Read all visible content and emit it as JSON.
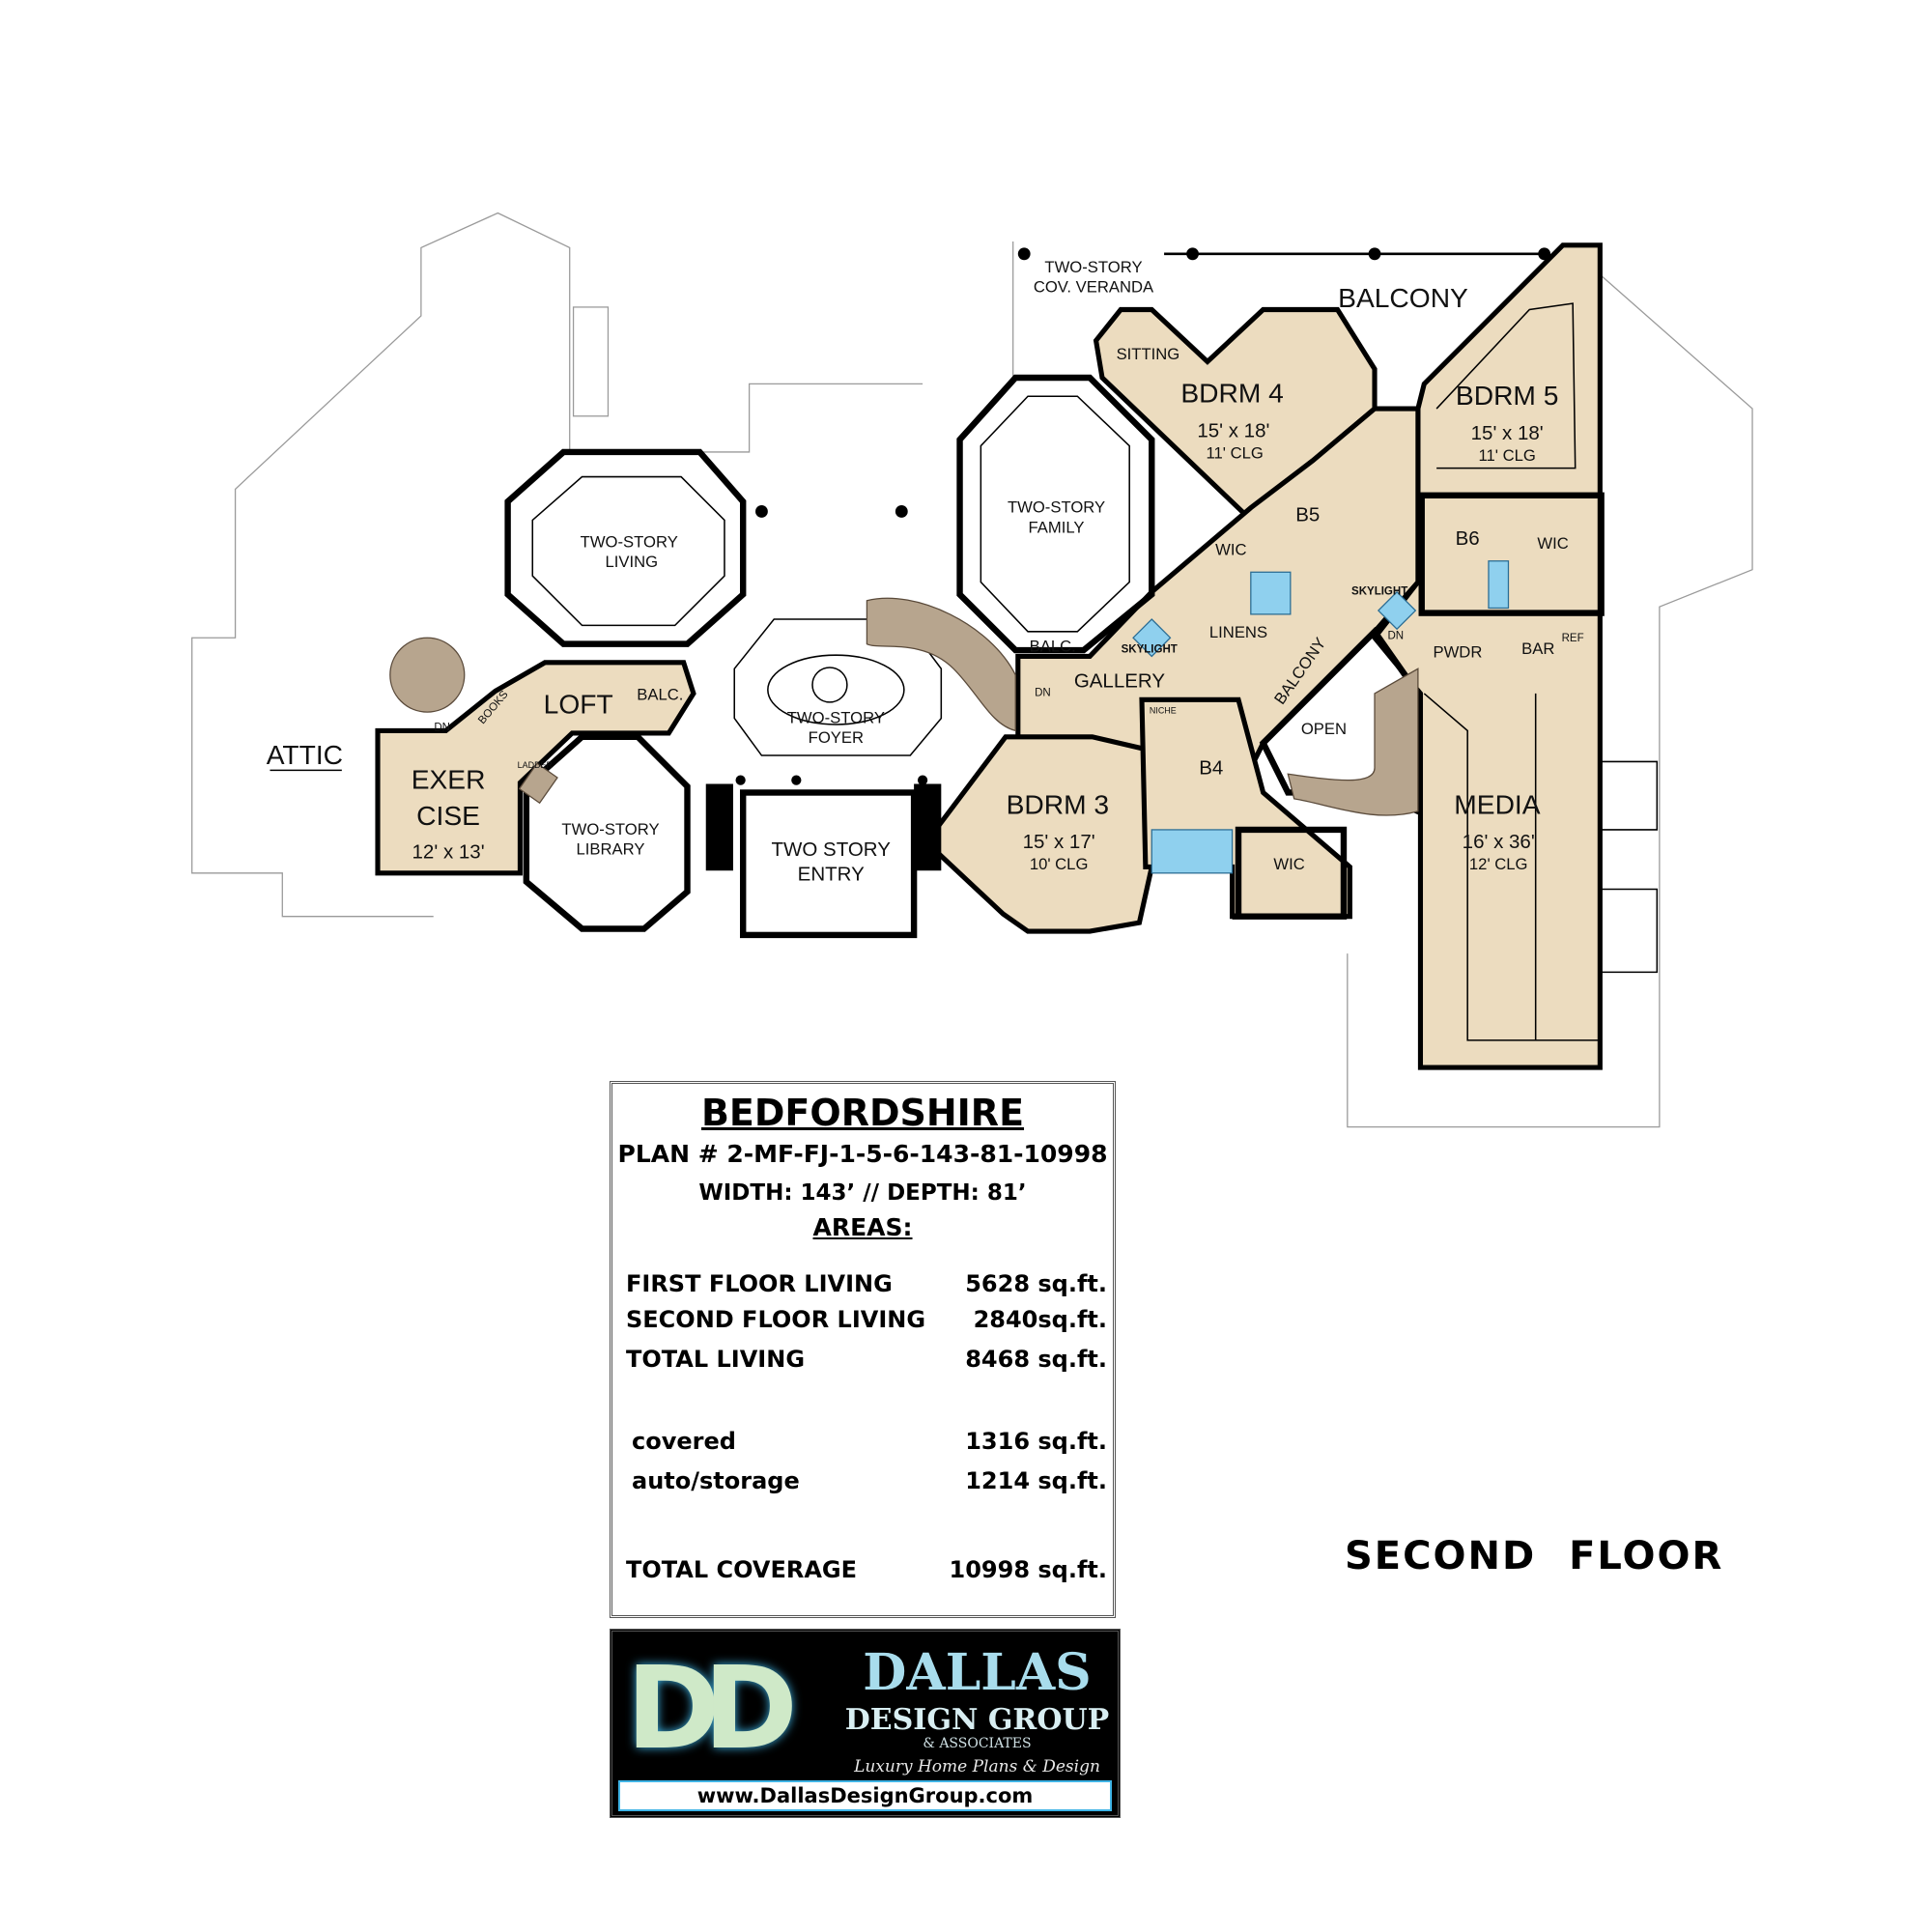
{
  "plan_title": "SECOND FLOOR",
  "rooms": {
    "veranda": {
      "line1": "TWO-STORY",
      "line2": "COV. VERANDA"
    },
    "balcony_top": "BALCONY",
    "sitting": "SITTING",
    "bdrm4": {
      "name": "BDRM 4",
      "size": "15' x 18'",
      "ceiling": "11' CLG"
    },
    "bdrm5": {
      "name": "BDRM 5",
      "size": "15' x 18'",
      "ceiling": "11' CLG"
    },
    "family": {
      "line1": "TWO-STORY",
      "line2": "FAMILY"
    },
    "living": {
      "line1": "TWO-STORY",
      "line2": "LIVING"
    },
    "b5": "B5",
    "wic_b5": "WIC",
    "b6": "B6",
    "wic_b6": "WIC",
    "skylight_1": "SKYLIGHT",
    "skylight_2": "SKYLIGHT",
    "linens": "LINENS",
    "dn_1": "DN",
    "dn_2": "DN",
    "dn_3": "DN",
    "pwdr": "PWDR",
    "bar": "BAR",
    "ref": "REF",
    "balc_gallery": "BALC.",
    "gallery": "GALLERY",
    "balcony_diag": "BALCONY",
    "open": "OPEN",
    "niche": "NICHE",
    "b4": "B4",
    "bdrm3": {
      "name": "BDRM 3",
      "size": "15' x 17'",
      "ceiling": "10' CLG"
    },
    "wic_b4": "WIC",
    "media": {
      "name": "MEDIA",
      "size": "16' x 36'",
      "ceiling": "12' CLG"
    },
    "foyer": {
      "line1": "TWO-STORY",
      "line2": "FOYER"
    },
    "entry": {
      "line1": "TWO STORY",
      "line2": "ENTRY"
    },
    "library": {
      "line1": "TWO-STORY",
      "line2": "LIBRARY"
    },
    "loft": "LOFT",
    "balc_loft": "BALC.",
    "books": "BOOKS",
    "ladder": "LADDER",
    "exercise": {
      "line1": "EXER",
      "line2": "CISE",
      "size": "12' x 13'"
    },
    "attic": "ATTIC"
  },
  "info": {
    "name": "BEDFORDSHIRE",
    "plan_number": "PLAN # 2-MF-FJ-1-5-6-143-81-10998",
    "dimensions": "WIDTH: 143’ // DEPTH: 81’",
    "areas_heading": "AREAS:",
    "areas": [
      {
        "label": "FIRST FLOOR LIVING",
        "value": "5628 sq.ft."
      },
      {
        "label": "SECOND FLOOR LIVING",
        "value": "2840sq.ft."
      },
      {
        "label": "TOTAL LIVING",
        "value": "8468 sq.ft."
      },
      {
        "label": "covered",
        "value": "1316 sq.ft."
      },
      {
        "label": "auto/storage",
        "value": "1214 sq.ft."
      },
      {
        "label": "TOTAL COVERAGE",
        "value": "10998 sq.ft."
      }
    ]
  },
  "logo": {
    "monogram": "DD",
    "name": "DALLAS",
    "subname": "DESIGN GROUP",
    "associates": "& ASSOCIATES",
    "tagline": "Luxury Home Plans & Design",
    "url": "www.DallasDesignGroup.com"
  },
  "colors": {
    "room_fill": "#ecdcbf",
    "wall": "#000000",
    "fixture": "#8fd0ee",
    "stair": "#b7a58e"
  }
}
